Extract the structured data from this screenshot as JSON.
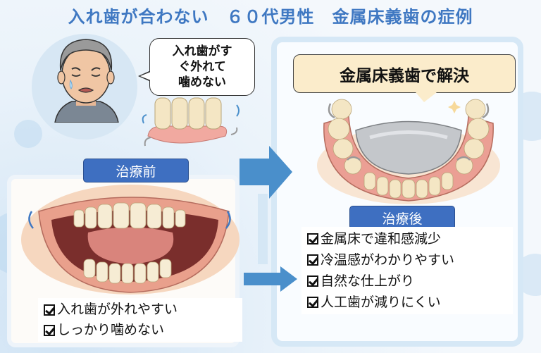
{
  "title": "入れ歯が合わない　６０代男性　金属床義歯の症例",
  "patient": {
    "speech_lines": [
      "入れ歯がす",
      "ぐ外れて",
      "噛めない"
    ]
  },
  "before": {
    "label": "治療前",
    "checklist": [
      "入れ歯が外れやすい",
      "しっかり噛めない"
    ]
  },
  "after": {
    "headline": "金属床義歯で解決",
    "label": "治療後",
    "checklist": [
      "金属床で違和感減少",
      "冷温感がわかりやすい",
      "自然な仕上がり",
      "人工歯が減りにくい"
    ]
  },
  "colors": {
    "title": "#3f78c2",
    "label_bg": "#3e6fc1",
    "arrow": "#4a8fcb",
    "headline_bg": "#fbeccb",
    "gum": "#e8948a",
    "tooth": "#f4e6c4",
    "metal": "#b9bcc0"
  }
}
